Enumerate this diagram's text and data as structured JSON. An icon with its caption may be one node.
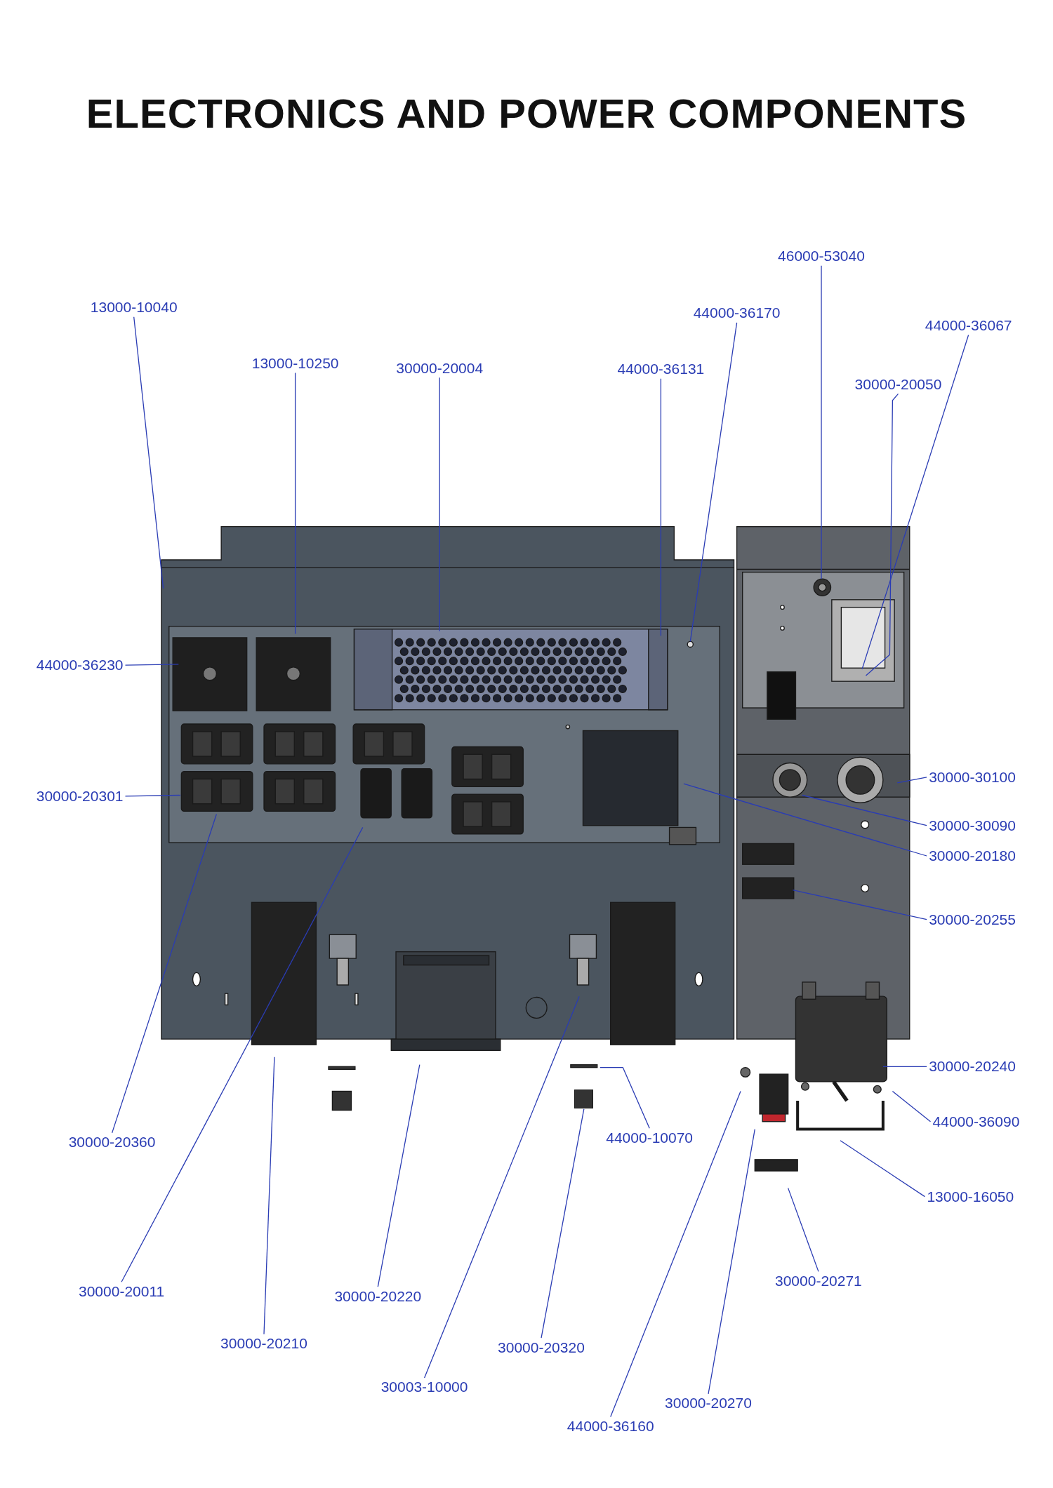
{
  "diagram": {
    "title": "ELECTRONICS AND POWER COMPONENTS",
    "nodes": [
      {
        "text": [
          "46000-53040"
        ]
      },
      {
        "text": [
          "13000-10040"
        ]
      },
      {
        "text": [
          "44000-36170"
        ]
      },
      {
        "text": [
          "44000-36067"
        ]
      },
      {
        "text": [
          "13000-10250"
        ]
      },
      {
        "text": [
          "30000-20004"
        ]
      },
      {
        "text": [
          "44000-36131"
        ]
      },
      {
        "text": [
          "30000-20050"
        ]
      },
      {
        "text": [
          "44000-36230"
        ]
      },
      {
        "text": [
          "30000-30100"
        ]
      },
      {
        "text": [
          "30000-20301"
        ]
      },
      {
        "text": [
          "30000-30090"
        ]
      },
      {
        "text": [
          "30000-20180"
        ]
      },
      {
        "text": [
          "30000-20255"
        ]
      },
      {
        "text": [
          "30000-20240"
        ]
      },
      {
        "text": [
          "44000-36090"
        ]
      },
      {
        "text": [
          "44000-10070"
        ]
      },
      {
        "text": [
          "30000-20360"
        ]
      },
      {
        "text": [
          "13000-16050"
        ]
      },
      {
        "text": [
          "30000-20271"
        ]
      },
      {
        "text": [
          "30000-20011"
        ]
      },
      {
        "text": [
          "30000-20220"
        ]
      },
      {
        "text": [
          "30000-20210"
        ]
      },
      {
        "text": [
          "30000-20320"
        ]
      },
      {
        "text": [
          "30003-10000"
        ]
      },
      {
        "text": [
          "30000-20270"
        ]
      },
      {
        "text": [
          "44000-36160"
        ]
      },
      {
        "text": [],
        "shape": "box"
      }
    ],
    "edges": [
      {
        "from": 0,
        "to": null,
        "arrow": "none"
      },
      {
        "from": 1,
        "to": null,
        "arrow": "none"
      },
      {
        "from": 2,
        "to": null,
        "arrow": "none"
      },
      {
        "from": 3,
        "to": null,
        "arrow": "none"
      },
      {
        "from": 4,
        "to": null,
        "arrow": "none"
      },
      {
        "from": 5,
        "to": null,
        "arrow": "none"
      },
      {
        "from": 6,
        "to": null,
        "arrow": "none"
      },
      {
        "from": 7,
        "to": null,
        "arrow": "none"
      },
      {
        "from": 8,
        "to": null,
        "arrow": "none"
      },
      {
        "from": 9,
        "to": null,
        "arrow": "none"
      },
      {
        "from": 10,
        "to": null,
        "arrow": "none"
      },
      {
        "from": 11,
        "to": null,
        "arrow": "none"
      },
      {
        "from": 12,
        "to": null,
        "arrow": "none"
      },
      {
        "from": 13,
        "to": null,
        "arrow": "none"
      },
      {
        "from": 14,
        "to": null,
        "arrow": "none"
      },
      {
        "from": 15,
        "to": null,
        "arrow": "none"
      },
      {
        "from": 16,
        "to": null,
        "arrow": "none"
      },
      {
        "from": 17,
        "to": null,
        "arrow": "none"
      },
      {
        "from": 18,
        "to": null,
        "arrow": "none"
      },
      {
        "from": 19,
        "to": null,
        "arrow": "none"
      },
      {
        "from": 20,
        "to": null,
        "arrow": "none"
      },
      {
        "from": 21,
        "to": null,
        "arrow": "none"
      },
      {
        "from": 22,
        "to": null,
        "arrow": "none"
      },
      {
        "from": 23,
        "to": 27,
        "arrow": "none"
      },
      {
        "from": 24,
        "to": null,
        "arrow": "none"
      },
      {
        "from": 25,
        "to": null,
        "arrow": "none"
      },
      {
        "from": 26,
        "to": null,
        "arrow": "none"
      }
    ]
  }
}
